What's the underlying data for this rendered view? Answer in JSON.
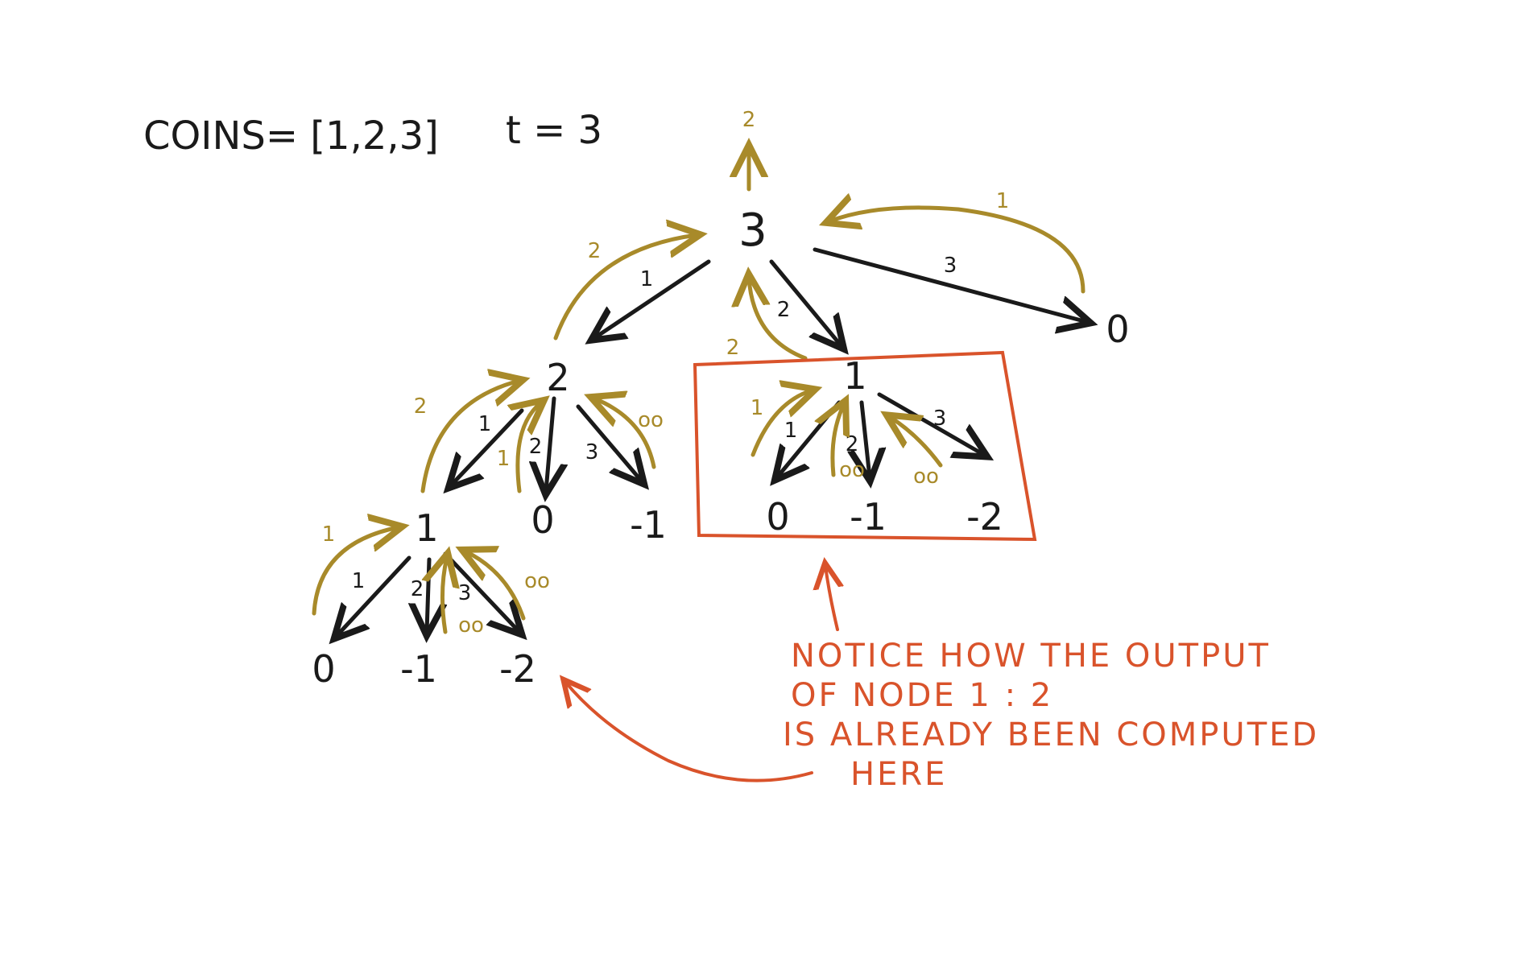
{
  "header": {
    "coins_text": "COINS= [1,2,3]",
    "target_text": "t = 3"
  },
  "nodes": {
    "root": "3",
    "n_left": "2",
    "n_mid": "1",
    "n_right": "0",
    "n_ll": "1",
    "n_lm": "0",
    "n_lr": "-1",
    "n_mm_l": "0",
    "n_mm_m": "-1",
    "n_mm_r": "-2",
    "n_lll": "0",
    "n_llm": "-1",
    "n_llr": "-2"
  },
  "edge_labels": {
    "root_left": "1",
    "root_mid": "2",
    "root_right": "3",
    "left_ll": "1",
    "left_lm": "2",
    "left_lr": "3",
    "mid_l": "1",
    "mid_m": "2",
    "mid_r": "3",
    "ll_l": "1",
    "ll_m": "2",
    "ll_r": "3"
  },
  "return_labels": {
    "root_up": "2",
    "root_from_left": "2",
    "root_from_mid": "2",
    "root_from_right": "1",
    "left_from_ll": "2",
    "left_from_lm": "1",
    "left_from_lr": "oo",
    "mid_from_l": "1",
    "mid_from_m": "oo",
    "mid_from_r": "oo",
    "ll_from_l": "1",
    "ll_from_m": "oo",
    "ll_from_r": "oo"
  },
  "note": {
    "line1": "NOTICE HOW THE OUTPUT",
    "line2": "OF   NODE 1 : 2",
    "line3": "IS ALREADY BEEN COMPUTED",
    "line4": "HERE"
  },
  "colors": {
    "ink": "#1a1a1a",
    "return_arrows": "#a88a2a",
    "highlight": "#d9532b"
  }
}
